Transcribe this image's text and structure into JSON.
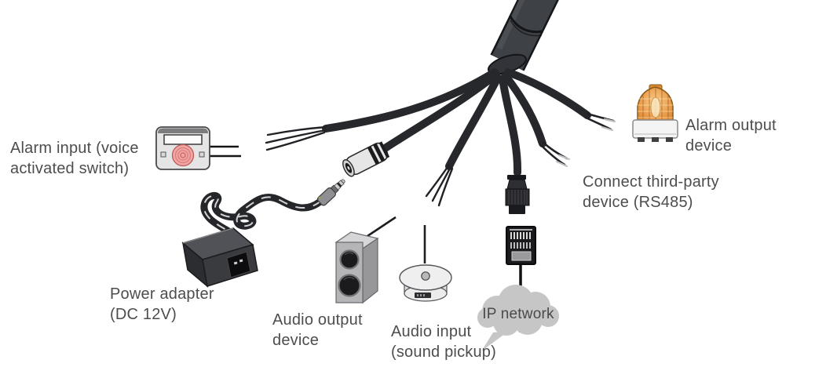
{
  "diagram": {
    "description": "IP camera multi-connector cable harness wiring diagram",
    "labels": {
      "alarm_input": "Alarm input (voice\nactivated switch)",
      "power_adapter": "Power adapter\n(DC 12V)",
      "audio_output": "Audio output\ndevice",
      "audio_input": "Audio input\n(sound pickup)",
      "ip_network": "IP network",
      "third_party": "Connect third-party\ndevice (RS485)",
      "alarm_output": "Alarm output device"
    },
    "icons": {
      "cable_harness": "multi-branch-cable-icon",
      "alarm_input_switch": "panic-button-switch-icon",
      "dc_power_jack": "dc-barrel-jack-icon",
      "power_plug": "dc-plug-icon",
      "power_adapter": "power-adapter-brick-icon",
      "audio_output_device": "speaker-box-icon",
      "audio_input_pickup": "dome-microphone-icon",
      "rj45_plug": "rj45-plug-icon",
      "rj45_port": "ethernet-port-icon",
      "ip_network_cloud": "network-cloud-icon",
      "alarm_beacon": "warning-beacon-icon"
    },
    "colors": {
      "cable": "#27282c",
      "trunk": "#3e4146",
      "label_text": "#4d4d4f",
      "beacon_orange": "#e89a44",
      "alarm_button_red": "#f0a6a4",
      "cloud_gray": "#c6c6c6",
      "device_gray": "#b5b5b8"
    }
  }
}
